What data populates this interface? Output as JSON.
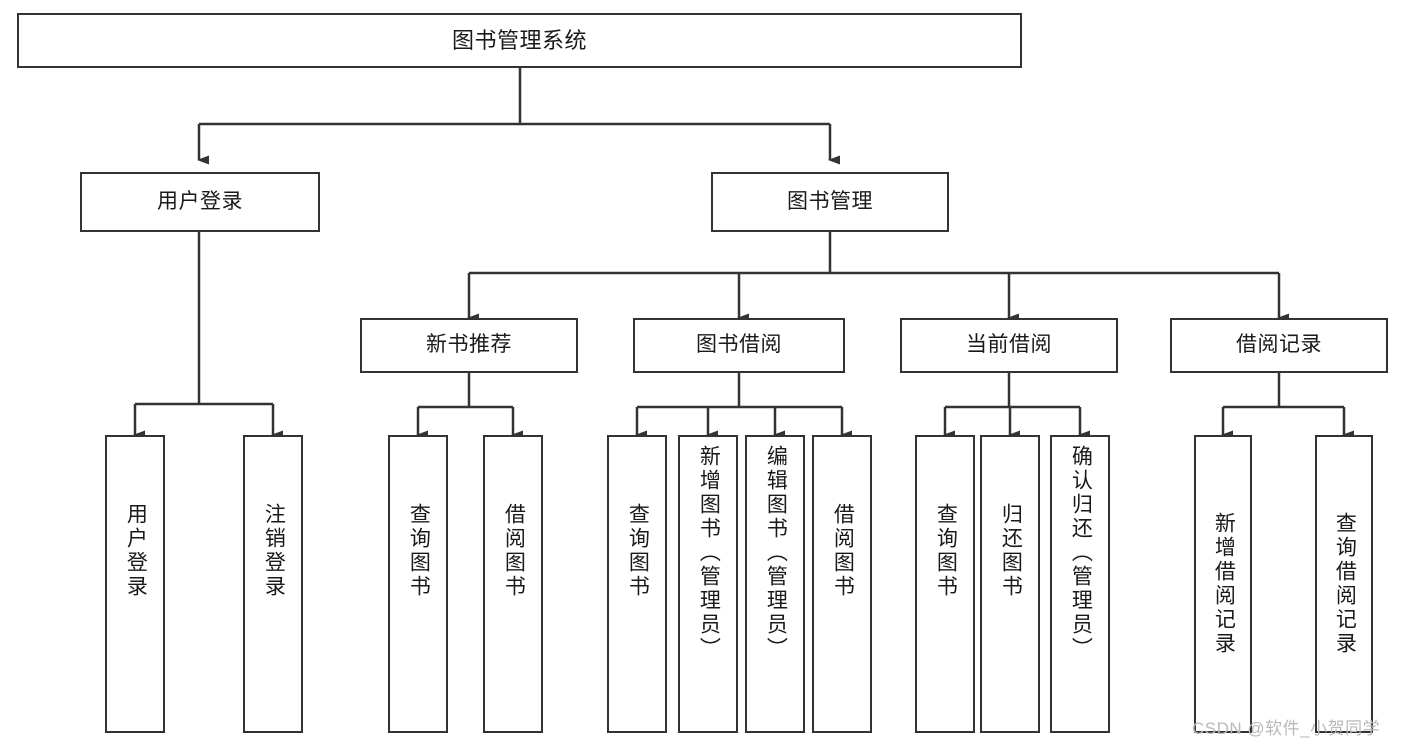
{
  "diagram": {
    "title": "图书管理系统",
    "watermark": "CSDN @软件_小贺同学",
    "root": {
      "label": "图书管理系统"
    },
    "level2": [
      {
        "label": "用户登录"
      },
      {
        "label": "图书管理"
      }
    ],
    "level3": [
      {
        "label": "新书推荐"
      },
      {
        "label": "图书借阅"
      },
      {
        "label": "当前借阅"
      },
      {
        "label": "借阅记录"
      }
    ],
    "leaves": {
      "user_login": [
        {
          "label": "用户登录"
        },
        {
          "label": "注销登录"
        }
      ],
      "new_book_recommend": [
        {
          "label": "查询图书"
        },
        {
          "label": "借阅图书"
        }
      ],
      "book_borrow": [
        {
          "label": "查询图书"
        },
        {
          "label": "新增图书（管理员）"
        },
        {
          "label": "编辑图书（管理员）"
        },
        {
          "label": "借阅图书"
        }
      ],
      "current_borrow": [
        {
          "label": "查询图书"
        },
        {
          "label": "归还图书"
        },
        {
          "label": "确认归还（管理员）"
        }
      ],
      "borrow_record": [
        {
          "label": "新增借阅记录"
        },
        {
          "label": "查询借阅记录"
        }
      ]
    },
    "colors": {
      "stroke": "#333333",
      "background": "#ffffff",
      "text": "#1a1a1a",
      "watermark": "#b9b9b9"
    }
  }
}
